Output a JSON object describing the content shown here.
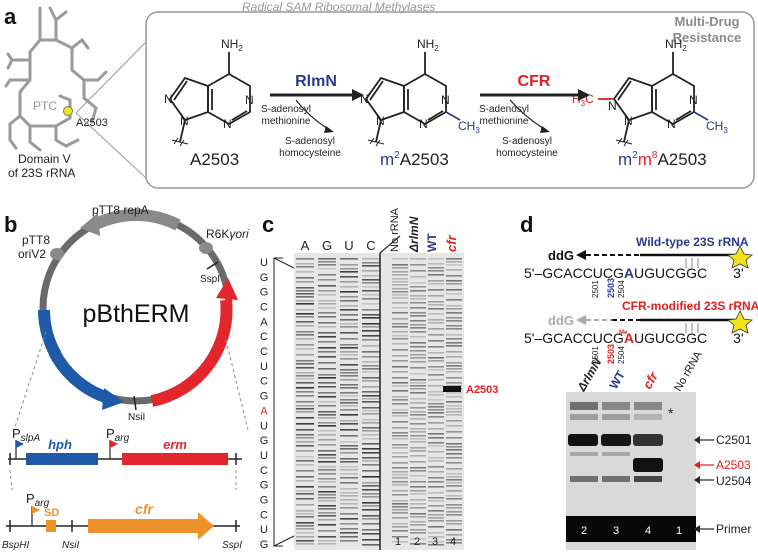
{
  "panel_letters": {
    "a": "a",
    "b": "b",
    "c": "c",
    "d": "d"
  },
  "colors": {
    "blue": "#2a3a8f",
    "red": "#e02020",
    "orange": "#f0922b",
    "gray": "#8a8a8a",
    "dark": "#222222",
    "plasmid_blue": "#1f5aa8",
    "plasmid_red": "#e3262b"
  },
  "panel_a": {
    "box_title": "Radical SAM Ribosomal Methylases",
    "mdr_line1": "Multi-Drug",
    "mdr_line2": "Resistance",
    "ptc": "PTC",
    "site": "A2503",
    "domain_line1": "Domain V",
    "domain_line2": "of 23S rRNA",
    "nh2": "NH",
    "nh2_sub": "2",
    "enzyme1": "RlmN",
    "enzyme2": "CFR",
    "sam_line1": "S-adenosyl",
    "sam_line2": "methionine",
    "sah_line1": "S-adenosyl",
    "sah_line2": "homocysteine",
    "ch3": "CH",
    "ch3_sub": "3",
    "h3c": "H",
    "h3c_sub": "3",
    "h3c_end": "C",
    "mol1_label": "A2503",
    "mol2_m": "m",
    "mol2_sup": "2",
    "mol2_rest": "A2503",
    "mol3_m1": "m",
    "mol3_sup1": "2",
    "mol3_m2": "m",
    "mol3_sup2": "8",
    "mol3_rest": "A2503"
  },
  "panel_b": {
    "plasmid_name": "pBthERM",
    "repA": "pTT8 repA",
    "oriV_line1": "pTT8",
    "oriV_line2": "oriV2",
    "r6k": "R6K",
    "r6k_gamma": "γ",
    "r6k_ori": "ori",
    "sspI_top": "SspI",
    "nsiI_top": "NsiI",
    "p_slpA": "P",
    "p_slpA_sub": "slpA",
    "p_arg1": "P",
    "p_arg1_sub": "arg",
    "hph": "hph",
    "erm": "erm",
    "p_arg2": "P",
    "p_arg2_sub": "arg",
    "sd": "SD",
    "cfr": "cfr",
    "bsphI": "BspHI",
    "nsiI_bottom": "NsiI",
    "sspI_bottom": "SspI"
  },
  "panel_c": {
    "lanes_seq": [
      "A",
      "G",
      "U",
      "C"
    ],
    "lanes_samples": [
      "No rRNA",
      "ΔrlmN",
      "WT",
      "cfr"
    ],
    "lane_numbers": [
      "1",
      "2",
      "3",
      "4"
    ],
    "sequence": [
      "U",
      "G",
      "G",
      "C",
      "A",
      "C",
      "C",
      "U",
      "C",
      "G",
      "A",
      "U",
      "G",
      "U",
      "C",
      "G",
      "G",
      "C",
      "U",
      "G"
    ],
    "band_label": "A2503"
  },
  "panel_d": {
    "wt_title": "Wild-type 23S rRNA",
    "cfr_title": "CFR-modified 23S rRNA",
    "ddg": "ddG",
    "seq_pre": "5'–GCACCUCG",
    "seq_A": "A",
    "seq_post": "UGUCGGC",
    "seq_end": "3'",
    "pos_2501": "2501",
    "pos_2503": "2503",
    "pos_2504": "2504",
    "me_mark": "Me",
    "lanes": [
      "ΔrlmN",
      "WT",
      "cfr",
      "No rRNA"
    ],
    "lane_numbers": [
      "2",
      "3",
      "4",
      "1"
    ],
    "star": "*",
    "band_labels": [
      "C2501",
      "A2503",
      "U2504",
      "Primer"
    ]
  }
}
